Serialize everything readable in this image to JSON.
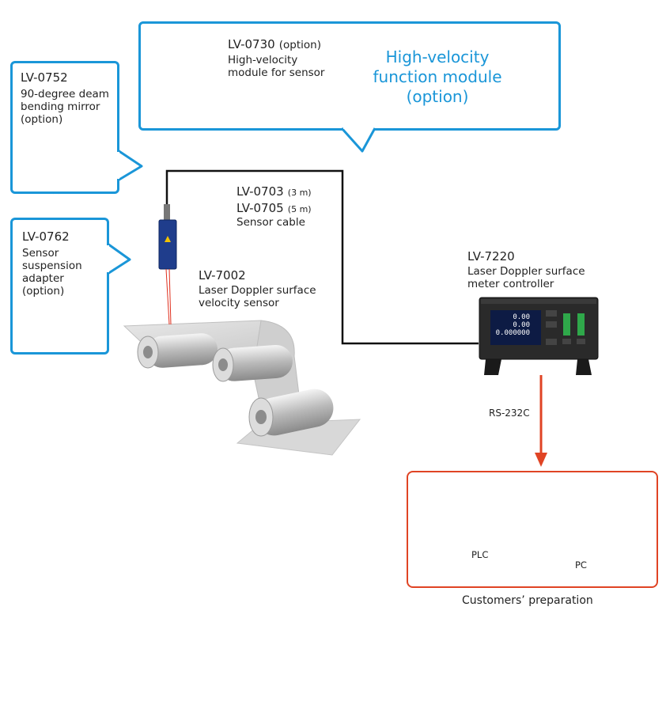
{
  "module_callout": {
    "code": "LV-0730",
    "option_tag": "(option)",
    "desc_line1": "High-velocity",
    "desc_line2": "module for sensor",
    "headline_line1": "High-velocity",
    "headline_line2": "function  module",
    "headline_line3": "(option)"
  },
  "mirror_callout": {
    "code": "LV-0752",
    "line1": "90-degree deam",
    "line2": "bending mirror",
    "line3": "(option)"
  },
  "adapter_callout": {
    "code": "LV-0762",
    "line1": "Sensor",
    "line2": "suspension",
    "line3": "adapter",
    "line4": "(option)"
  },
  "cable": {
    "code_a": "LV-0703",
    "len_a": "(3 m)",
    "code_b": "LV-0705",
    "len_b": "(5 m)",
    "label": "Sensor cable"
  },
  "sensor": {
    "code": "LV-7002",
    "line1": "Laser Doppler surface",
    "line2": "velocity sensor"
  },
  "controller": {
    "code": "LV-7220",
    "line1": "Laser Doppler surface",
    "line2": "meter controller",
    "screen_values": [
      "0.00",
      "0.00",
      "0.000000"
    ]
  },
  "link": {
    "label": "RS-232C"
  },
  "customer": {
    "plc_label": "PLC",
    "pc_label": "PC",
    "caption": "Customers’ preparation"
  },
  "colors": {
    "callout_blue": "#1a96d8",
    "customer_red": "#e04424",
    "arrow_red": "#e04424",
    "device_blue": "#1f3d8c"
  }
}
